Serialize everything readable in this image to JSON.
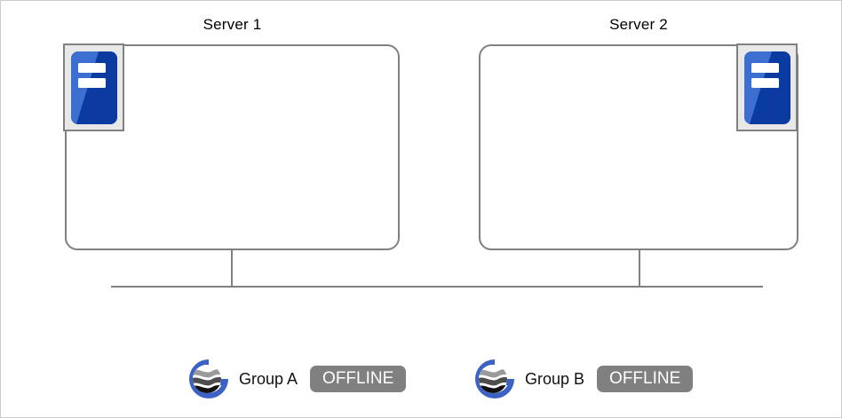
{
  "diagram": {
    "title": "",
    "servers": [
      {
        "id": "server-1",
        "title": "Server 1",
        "icon": "server-icon",
        "icon_position": "top-left"
      },
      {
        "id": "server-2",
        "title": "Server 2",
        "icon": "server-icon",
        "icon_position": "top-right"
      }
    ],
    "network": {
      "bus_label": "",
      "line_color": "#808080"
    },
    "groups": [
      {
        "id": "group-a",
        "logo": "globe-g-logo",
        "label": "Group A",
        "status": "OFFLINE",
        "status_color": "#808080"
      },
      {
        "id": "group-b",
        "logo": "globe-g-logo",
        "label": "Group B",
        "status": "OFFLINE",
        "status_color": "#808080"
      }
    ],
    "colors": {
      "icon_blue_dark": "#0b3aa0",
      "icon_blue_light": "#3d6fd0",
      "logo_blue": "#3b62c4",
      "outline_gray": "#808080",
      "badge_gray": "#808080",
      "frame_gray": "#e8e8e8"
    }
  }
}
